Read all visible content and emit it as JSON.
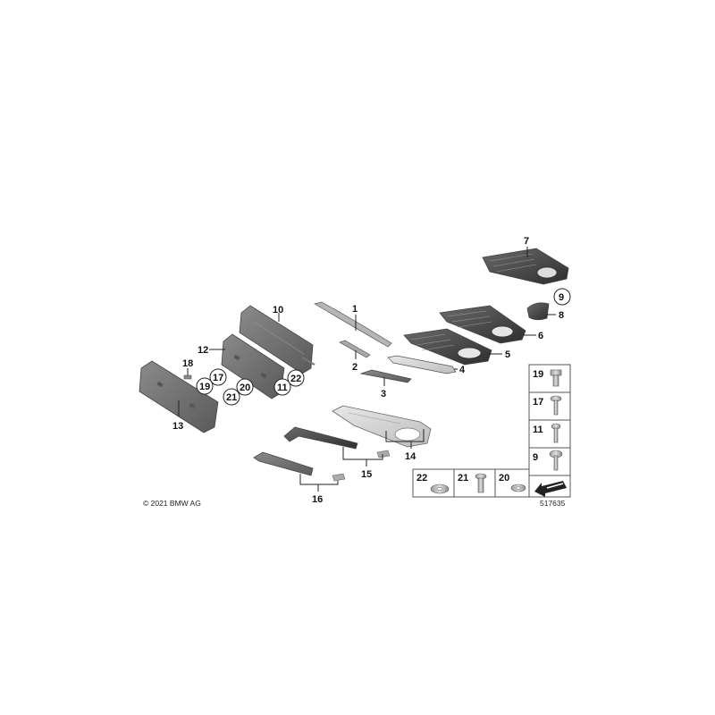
{
  "copyright": "© 2021 BMW AG",
  "diagram_number": "517635",
  "callouts": {
    "c1": "1",
    "c2": "2",
    "c3": "3",
    "c4": "4",
    "c5": "5",
    "c6": "6",
    "c7": "7",
    "c8": "8",
    "c9": "9",
    "c10": "10",
    "c11": "11",
    "c12": "12",
    "c13": "13",
    "c14": "14",
    "c15": "15",
    "c16": "16",
    "c17": "17",
    "c18": "18",
    "c19": "19",
    "c20": "20",
    "c21": "21",
    "c22": "22"
  },
  "legend": {
    "r19": "19",
    "r17": "17",
    "r11": "11",
    "r9": "9",
    "b22": "22",
    "b21": "21",
    "b20": "20"
  }
}
